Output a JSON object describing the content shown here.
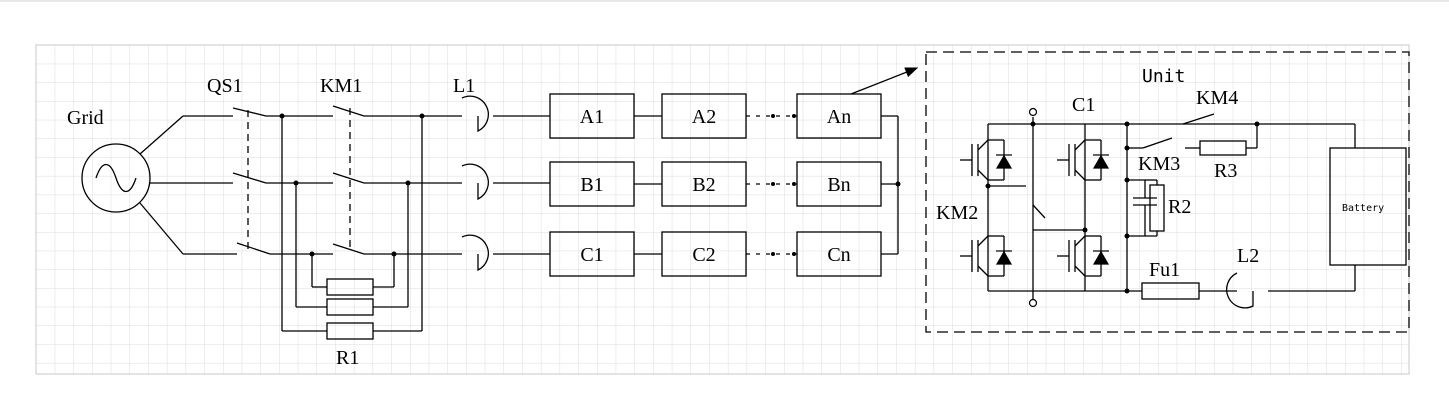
{
  "labels": {
    "grid": "Grid",
    "qs1": "QS1",
    "km1": "KM1",
    "l1": "L1",
    "r1": "R1",
    "a1": "A1",
    "a2": "A2",
    "an": "An",
    "b1": "B1",
    "b2": "B2",
    "bn": "Bn",
    "c1_box": "C1",
    "c2": "C2",
    "cn": "Cn",
    "unit": "Unit",
    "c1_cap": "C1",
    "km4": "KM4",
    "km3": "KM3",
    "r3": "R3",
    "r2": "R2",
    "km2": "KM2",
    "fu1": "Fu1",
    "l2": "L2",
    "battery": "Battery"
  },
  "colors": {
    "line": "#000000",
    "grid": "#d9d9d9",
    "frame": "#c8c8c8"
  }
}
